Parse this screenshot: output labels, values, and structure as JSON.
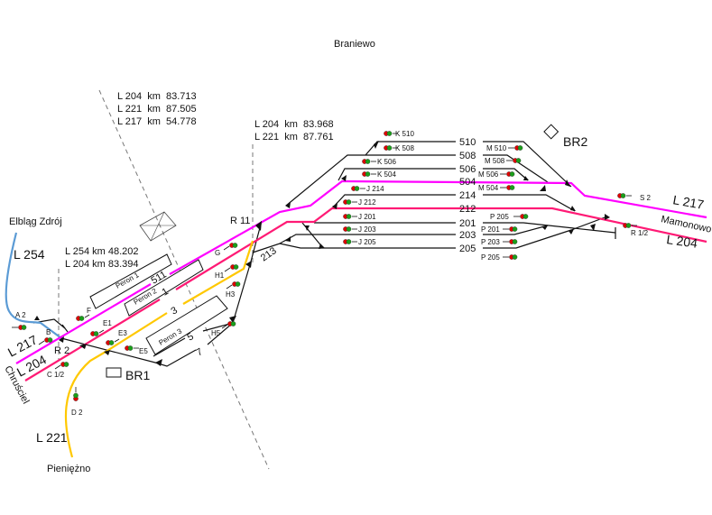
{
  "title": "Braniewo",
  "km_markers": {
    "top_left": [
      "L 204  km  83.713",
      "L 221  km  87.505",
      "L 217  km  54.778"
    ],
    "top_mid": [
      "L 204  km  83.968",
      "L 221  km  87.761"
    ],
    "left": [
      "L 254 km 48.202",
      "L 204 km 83.394"
    ]
  },
  "lines": {
    "l254": "L 254",
    "l217_left": "L 217",
    "l204_left": "L 204",
    "l221": "L 221",
    "l217_right": "L 217",
    "l204_right": "L 204"
  },
  "places": {
    "elblag": "Elbląg Zdrój",
    "chrusciel": "Chruściel",
    "pieniezno": "Pieniężno",
    "mamonowo": "Mamonowo"
  },
  "posts": {
    "r2": "R 2",
    "r11": "R 11",
    "br1": "BR1",
    "br2": "BR2"
  },
  "platforms": [
    "Peron 1",
    "Peron 2",
    "Peron 3"
  ],
  "tracks": {
    "t511": "511",
    "t1": "1",
    "t3": "3",
    "t5": "5",
    "t7": "7",
    "t213": "213",
    "t510": "510",
    "t508": "508",
    "t506": "506",
    "t504": "504",
    "t214": "214",
    "t212": "212",
    "t201": "201",
    "t203": "203",
    "t205": "205"
  },
  "signals": {
    "K510": "K 510",
    "K508": "K 508",
    "K506": "K 506",
    "K504": "K 504",
    "J214": "J 214",
    "J212": "J 212",
    "J201": "J 201",
    "J203": "J 203",
    "J205": "J 205",
    "M510": "M 510",
    "M508": "M 508",
    "M506": "M 506",
    "M504": "M 504",
    "P205a": "P 205",
    "P201": "P 201",
    "P203": "P 203",
    "P205b": "P 205",
    "S2": "S 2",
    "R12": "R 1/2",
    "G": "G",
    "H1": "H1",
    "H3": "H3",
    "H5": "H5",
    "F": "F",
    "E1": "E1",
    "E3": "E3",
    "E5": "E5",
    "C12": "C 1/2",
    "B": "B",
    "A2": "A 2",
    "D2": "D 2"
  },
  "colors": {
    "L217": "#ff00ff",
    "L204": "#ff1a75",
    "L221": "#ffc800",
    "L254": "#5b9bd5",
    "signal_red": "#e00000",
    "signal_green": "#1a9e1a"
  }
}
